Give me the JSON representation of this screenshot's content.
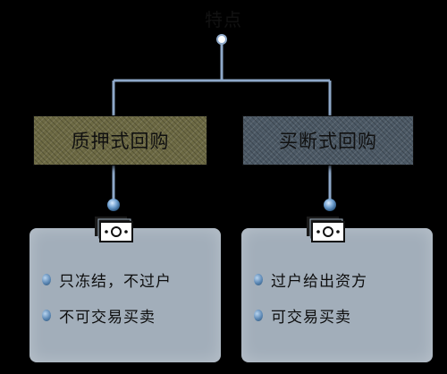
{
  "root": {
    "title": "特点"
  },
  "branches": [
    {
      "title": "质押式回购",
      "bullets": [
        "只冻结，不过户",
        "不可交易买卖"
      ]
    },
    {
      "title": "买断式回购",
      "bullets": [
        "过户给出资方",
        "可交易买卖"
      ]
    }
  ],
  "colors": {
    "background": "#000000",
    "connector": "#8ea8c9",
    "left_header": "#6d6a44",
    "right_header": "#4d5a66",
    "card": "#a2aeba",
    "bullet": "#5b87b4"
  },
  "icons": [
    "money-icon"
  ]
}
